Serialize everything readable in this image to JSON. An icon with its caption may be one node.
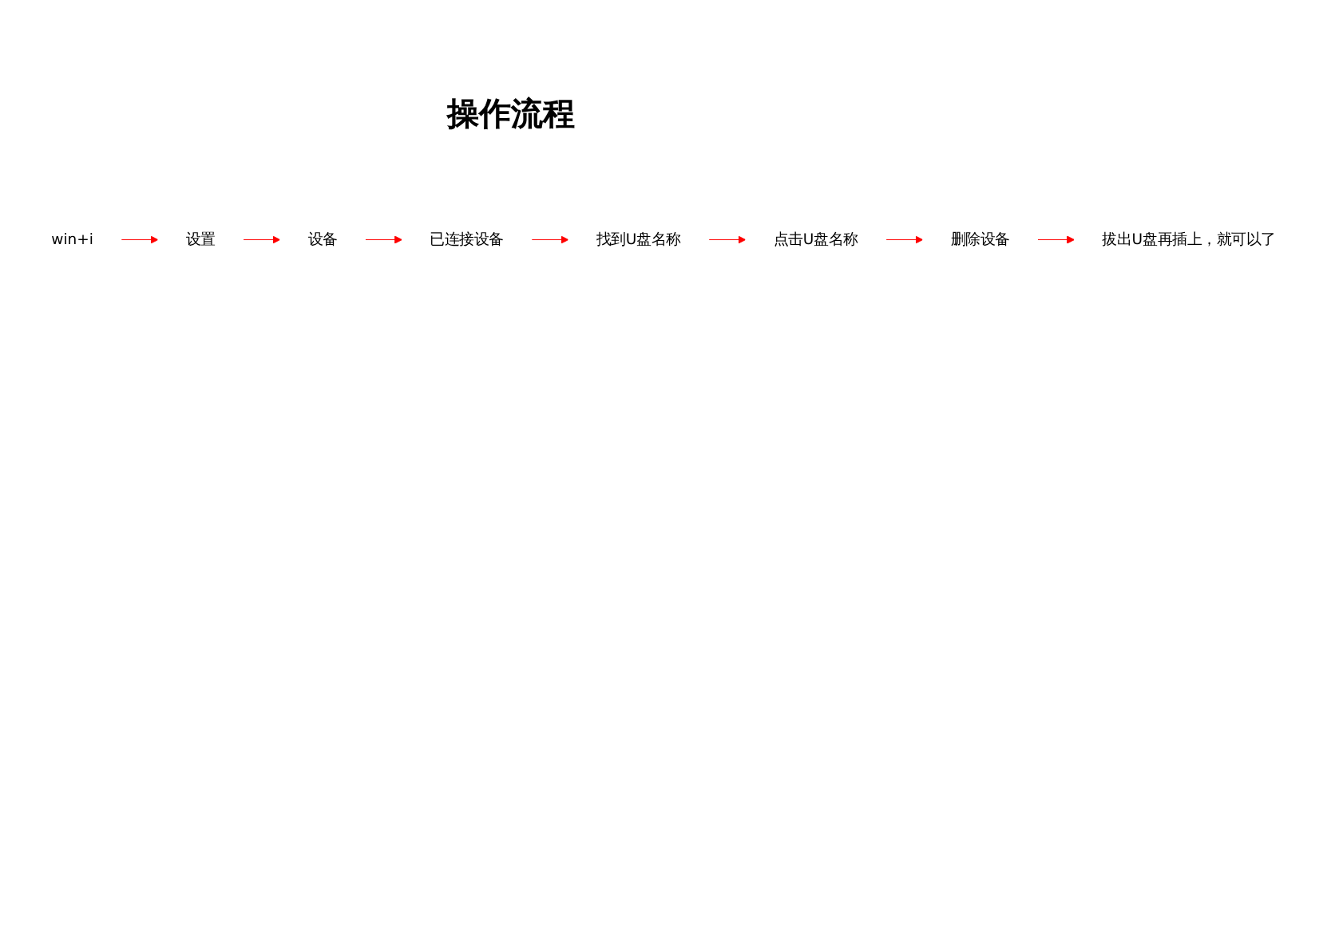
{
  "diagram": {
    "title": "操作流程",
    "nodes": [
      {
        "text": [
          "win+i"
        ]
      },
      {
        "text": [
          "设置"
        ]
      },
      {
        "text": [
          "设备"
        ]
      },
      {
        "text": [
          "已连接设备"
        ]
      },
      {
        "text": [
          "找到U盘名称"
        ]
      },
      {
        "text": [
          "点击U盘名称"
        ]
      },
      {
        "text": [
          "删除设备"
        ]
      },
      {
        "text": [
          "拔出U盘再插上，就可以了"
        ]
      }
    ],
    "edges": [
      {
        "from": 0,
        "to": 1,
        "arrow": "to"
      },
      {
        "from": 1,
        "to": 2,
        "arrow": "to"
      },
      {
        "from": 2,
        "to": 3,
        "arrow": "to"
      },
      {
        "from": 3,
        "to": 4,
        "arrow": "to"
      },
      {
        "from": 4,
        "to": 5,
        "arrow": "to"
      },
      {
        "from": 5,
        "to": 6,
        "arrow": "to"
      },
      {
        "from": 6,
        "to": 7,
        "arrow": "to"
      }
    ]
  }
}
